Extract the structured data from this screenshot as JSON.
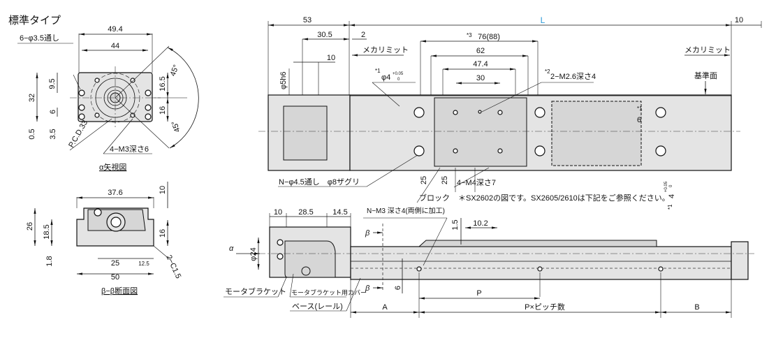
{
  "title": "標準タイプ",
  "alpha_view": {
    "caption": "α矢視図",
    "dims": [
      "49.4",
      "44",
      "9.5",
      "32",
      "6",
      "0.5",
      "3.5",
      "16.5",
      "16",
      "45°",
      "45°"
    ],
    "notes": {
      "holes": "6−φ3.5通し",
      "pcd": "P.C.D.33",
      "tap": "4−M3深さ6"
    }
  },
  "section_view": {
    "caption": "β−β断面図",
    "dims": [
      "37.6",
      "10",
      "26",
      "18.5",
      "16",
      "1.8",
      "25",
      "12.5",
      "50"
    ],
    "chamfer": "2−C1.5"
  },
  "top_view": {
    "length_label": "L",
    "length_color": "#2a9ad8",
    "dims": [
      "53",
      "10",
      "30.5",
      "2",
      "76(88)",
      "62",
      "10",
      "47.4",
      "30",
      "6",
      "25",
      "25"
    ],
    "star3": "*3",
    "mech_limit_left": "メカリミット",
    "mech_limit_right": "メカリミット",
    "shaft": "φ5h6",
    "pin_hole": {
      "star": "*1",
      "label": "φ4",
      "tol_upper": "+0.05",
      "tol_lower": "0"
    },
    "tap_m26": {
      "star": "*2",
      "label": "2−M2.6深さ4"
    },
    "reference_surface": "基準面",
    "star1_right": "*1",
    "mount_holes": "N−φ4.5通し　φ8ザグリ",
    "tap_m4": "4−M4深さ7",
    "block": "ブロック",
    "note": "＊SX2602の図です。SX2605/2610は下記をご参照ください。",
    "slot": {
      "star": "*1",
      "label": "4",
      "tol_upper": "+0.05",
      "tol_lower": "0"
    }
  },
  "side_view": {
    "dims": [
      "10",
      "28.5",
      "14.5",
      "1.5",
      "10.2",
      "φ24",
      "6"
    ],
    "tap_note": "N−M3 深さ4(両側に加工)",
    "beta": "β",
    "alpha": "α",
    "motor_bracket": "モータブラケット",
    "bracket_cover": "モータブラケット用カバー",
    "base_rail": "ベース(レール)",
    "pitch_P": "P",
    "A": "A",
    "pitch_count": "P×ピッチ数",
    "B": "B"
  }
}
